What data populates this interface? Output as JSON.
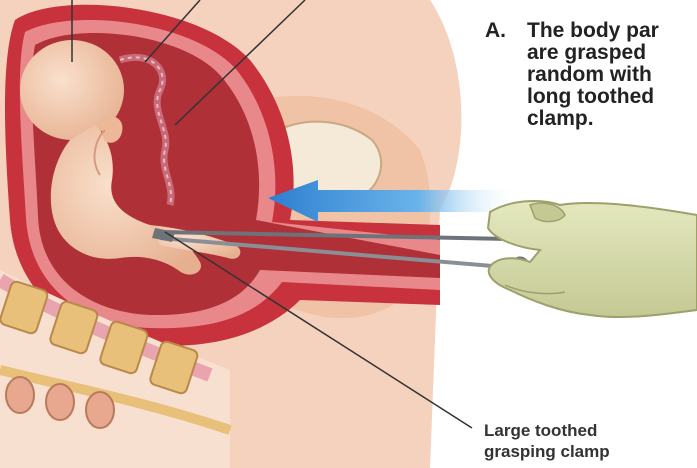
{
  "caption": {
    "letter": "A.",
    "lines": [
      "The body par",
      "are grasped",
      "random with",
      "long toothed",
      "clamp."
    ]
  },
  "callout": {
    "lines": [
      "Large toothed",
      "grasping clamp"
    ]
  },
  "colors": {
    "uterus_wall": "#c8323c",
    "uterus_inner": "#e8888a",
    "skin": "#f2c8a8",
    "spine_bone": "#e8c07a",
    "glove": "#d8dcae",
    "arrow": "#5aa8e0",
    "instrument": "#8a8f96"
  }
}
